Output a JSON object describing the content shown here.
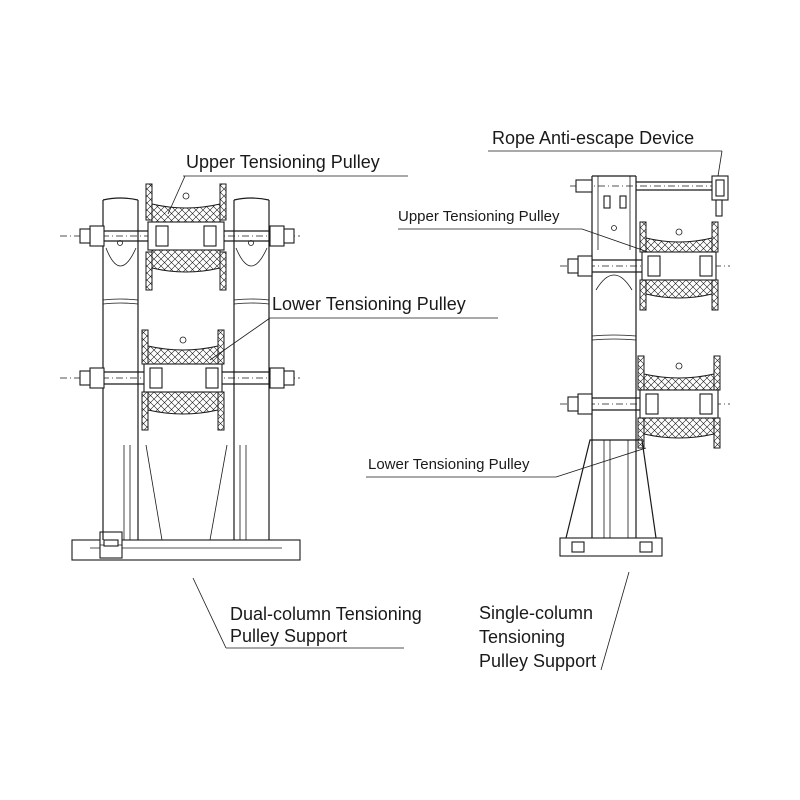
{
  "labels": {
    "upper_pulley_left": "Upper Tensioning Pulley",
    "lower_pulley_left": "Lower Tensioning Pulley",
    "rope_anti_escape": "Rope Anti-escape Device",
    "upper_pulley_right": "Upper Tensioning Pulley",
    "lower_pulley_right": "Lower Tensioning Pulley",
    "dual_support": [
      "Dual-column Tensioning",
      "Pulley Support"
    ],
    "single_support": [
      "Single-column",
      "Tensioning",
      "Pulley Support"
    ]
  }
}
